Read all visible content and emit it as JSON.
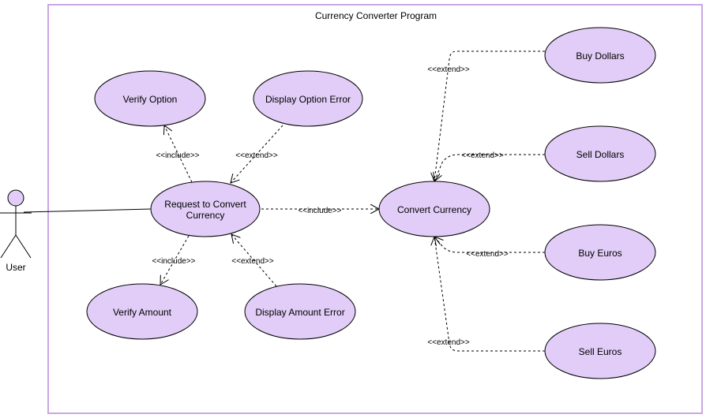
{
  "system": {
    "title": "Currency Converter Program"
  },
  "actor": {
    "name": "User"
  },
  "use_cases": {
    "verify_option": "Verify Option",
    "display_option_error": "Display Option Error",
    "request_line1": "Request to Convert",
    "request_line2": "Currency",
    "verify_amount": "Verify Amount",
    "display_amount_error": "Display Amount Error",
    "convert_currency": "Convert Currency",
    "buy_dollars": "Buy Dollars",
    "sell_dollars": "Sell Dollars",
    "buy_euros": "Buy Euros",
    "sell_euros": "Sell Euros"
  },
  "relations": {
    "include_verify_option": "<<include>>",
    "extend_option_error": "<<extend>>",
    "include_verify_amount": "<<include>>",
    "extend_amount_error": "<<extend>>",
    "include_convert": "<<include>>",
    "extend_buy_dollars": "<<extend>>",
    "extend_sell_dollars": "<<extend>>",
    "extend_buy_euros": "<<extend>>",
    "extend_sell_euros": "<<extend>>"
  },
  "colors": {
    "usecase_fill": "#e1cdf7",
    "usecase_stroke": "#000000",
    "boundary_stroke": "#c9a7e4",
    "actor_fill": "#e1cdf7"
  }
}
